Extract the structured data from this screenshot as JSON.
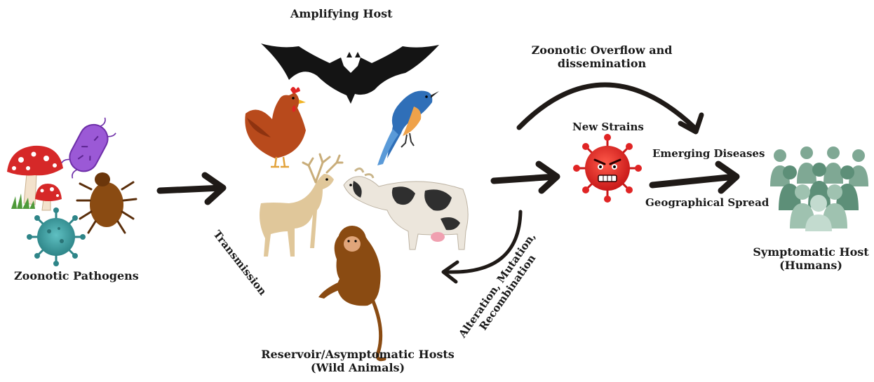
{
  "labels": {
    "amplifying_host": "Amplifying Host",
    "zoonotic_overflow_line1": "Zoonotic Overflow and",
    "zoonotic_overflow_line2": "dissemination",
    "new_strains": "New Strains",
    "emerging_diseases": "Emerging Diseases",
    "geographical_spread": "Geographical Spread",
    "symptomatic_host_line1": "Symptomatic Host",
    "symptomatic_host_line2": "(Humans)",
    "zoonotic_pathogens": "Zoonotic Pathogens",
    "transmission": "Transmission",
    "alteration_line1": "Alteration, Mutation,",
    "alteration_line2": "Recombination",
    "reservoir_line1": "Reservoir/Asymptomatic Hosts",
    "reservoir_line2": "(Wild Animals)"
  },
  "icons": [
    "mushroom-icon",
    "bacterium-icon",
    "tick-icon",
    "virus-icon",
    "bat-icon",
    "hen-icon",
    "bird-icon",
    "deer-icon",
    "cow-icon",
    "monkey-icon",
    "angry-virus-icon",
    "human-crowd-icon"
  ],
  "colors": {
    "arrow": "#1f1a17",
    "virus_red": "#e02424",
    "virus_teal": "#3a9a9e",
    "bacterium_purple": "#9b59d6",
    "mushroom_red": "#d62828",
    "tick_brown": "#8a4b12",
    "crowd_green": "#5d8f78"
  }
}
